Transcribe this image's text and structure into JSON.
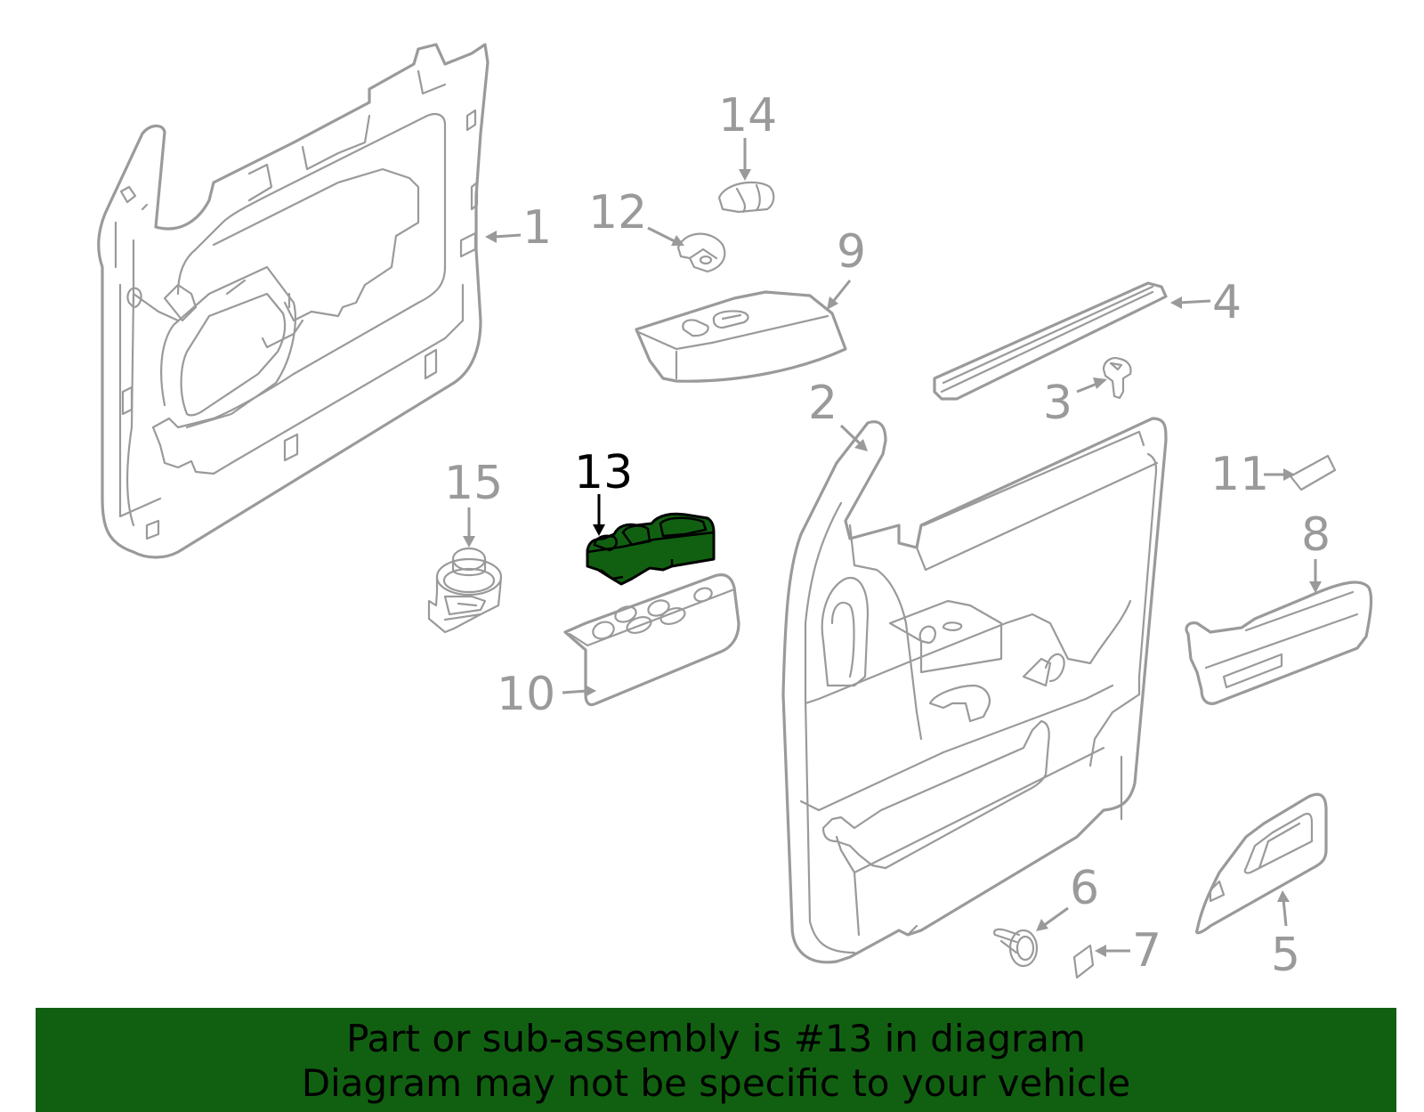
{
  "highlight_color": "#116011",
  "line_color": "#9a9a9a",
  "callouts": [
    {
      "id": "1",
      "label": "1"
    },
    {
      "id": "2",
      "label": "2"
    },
    {
      "id": "3",
      "label": "3"
    },
    {
      "id": "4",
      "label": "4"
    },
    {
      "id": "5",
      "label": "5"
    },
    {
      "id": "6",
      "label": "6"
    },
    {
      "id": "7",
      "label": "7"
    },
    {
      "id": "8",
      "label": "8"
    },
    {
      "id": "9",
      "label": "9"
    },
    {
      "id": "10",
      "label": "10"
    },
    {
      "id": "11",
      "label": "11"
    },
    {
      "id": "12",
      "label": "12"
    },
    {
      "id": "13",
      "label": "13",
      "highlighted": true
    },
    {
      "id": "14",
      "label": "14"
    },
    {
      "id": "15",
      "label": "15"
    }
  ],
  "banner": {
    "line1": "Part or sub-assembly is #13 in diagram",
    "line2": "Diagram may not be specific to your vehicle"
  }
}
